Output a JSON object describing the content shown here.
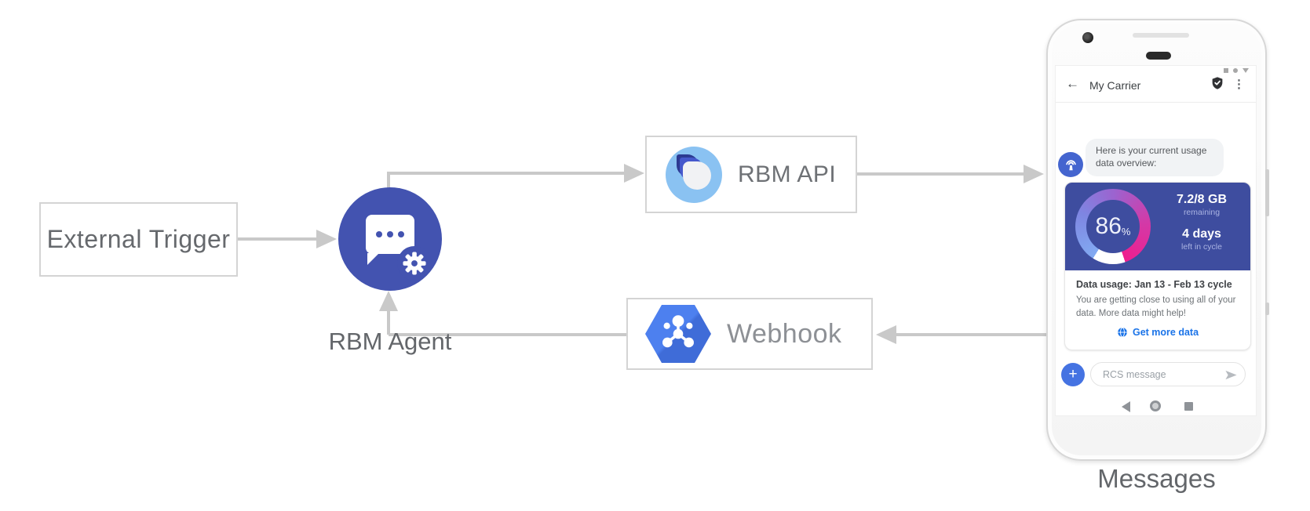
{
  "diagram": {
    "external_trigger_label": "External Trigger",
    "rbm_agent_label": "RBM Agent",
    "rbm_api_label": "RBM API",
    "webhook_label": "Webhook",
    "messages_label": "Messages"
  },
  "phone": {
    "header": {
      "back_glyph": "←",
      "title": "My Carrier",
      "menu_glyph": "⋮"
    },
    "chat": {
      "agent_message": "Here is your current usage data overview:"
    },
    "usage_card": {
      "percent_value": "86",
      "percent_unit": "%",
      "quota": "7.2/8 GB",
      "quota_caption": "remaining",
      "days_left": "4 days",
      "days_caption": "left in cycle",
      "title": "Data usage: Jan 13 - Feb 13 cycle",
      "body": "You are getting close to using all of your data. More data might help!",
      "link_label": "Get more data"
    },
    "composer": {
      "add_glyph": "+",
      "placeholder": "RCS message"
    }
  },
  "colors": {
    "agent_circle": "#4353b0",
    "card_indigo": "#3e4d9f",
    "gauge_blue": "#82aaf2",
    "gauge_purple": "#9c63cf",
    "gauge_pink": "#ef1e8e",
    "link_blue": "#1a73e8",
    "arrow_gray": "#c9c9c9",
    "webhook_hex_blue": "#4d80ef",
    "api_logo_light_blue": "#8ac2f2"
  }
}
